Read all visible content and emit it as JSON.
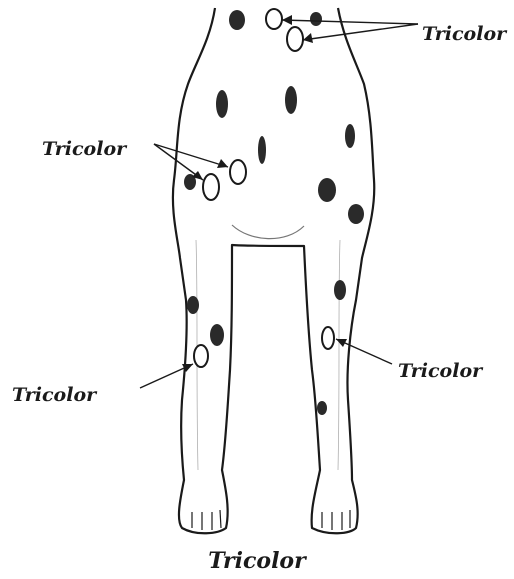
{
  "labels": {
    "top_right": "Tricolor",
    "mid_left": "Tricolor",
    "right_leg": "Tricolor",
    "left_leg": "Tricolor"
  },
  "caption": "Tricolor",
  "colors": {
    "ink": "#1a1a1a",
    "spot": "#2a2a2a",
    "background": "#ffffff"
  }
}
